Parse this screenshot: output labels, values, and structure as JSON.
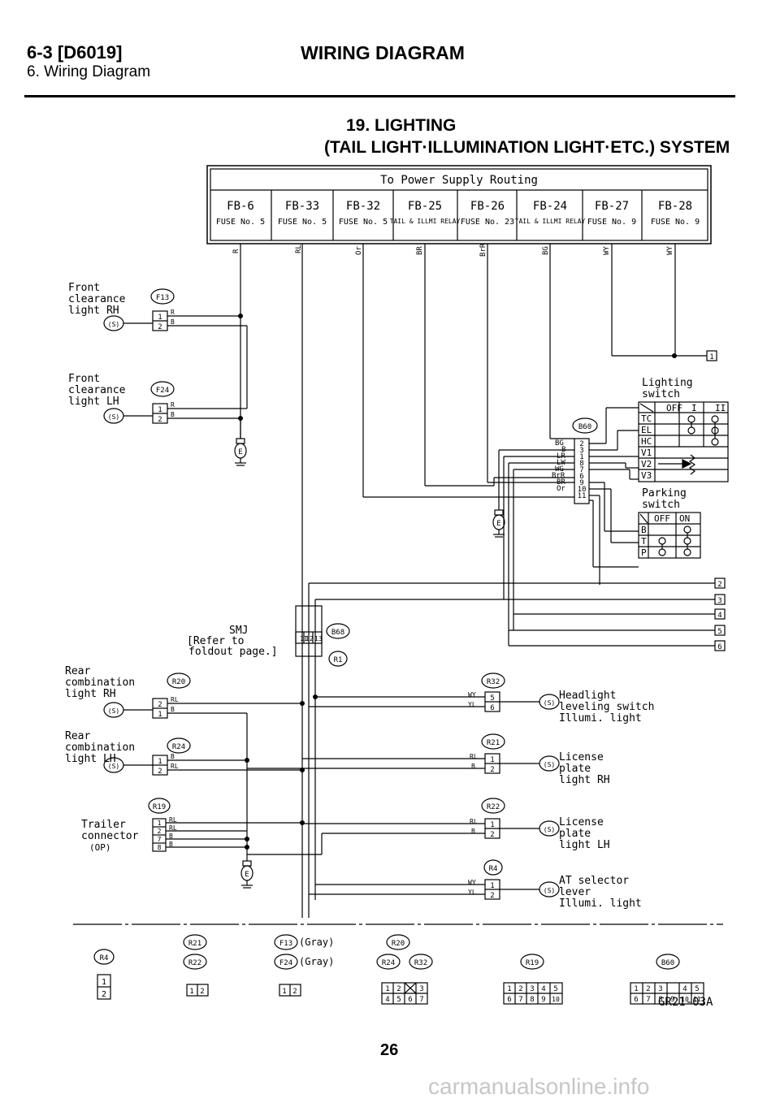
{
  "header": {
    "section_code": "6-3 [D6019]",
    "section_sub": "6. Wiring Diagram",
    "title": "WIRING DIAGRAM"
  },
  "diagram": {
    "title_line1": "19. LIGHTING",
    "title_line2": "(TAIL LIGHT·ILLUMINATION LIGHT·ETC.) SYSTEM",
    "power_box_title": "To Power Supply Routing",
    "fuses": [
      {
        "id": "FB-6",
        "label": "FUSE No. 5"
      },
      {
        "id": "FB-33",
        "label": "FUSE No. 5"
      },
      {
        "id": "FB-32",
        "label": "FUSE No. 5"
      },
      {
        "id": "FB-25",
        "label": "TAIL & ILLMI RELAY"
      },
      {
        "id": "FB-26",
        "label": "FUSE No. 23"
      },
      {
        "id": "FB-24",
        "label": "TAIL & ILLMI RELAY"
      },
      {
        "id": "FB-27",
        "label": "FUSE No. 9"
      },
      {
        "id": "FB-28",
        "label": "FUSE No. 9"
      }
    ],
    "wire_colors_top": [
      "R",
      "RL",
      "Or",
      "BR",
      "BrR",
      "BG",
      "WY",
      "WY"
    ],
    "components": {
      "front_rh": "Front clearance light RH",
      "front_lh": "Front clearance light LH",
      "rear_rh": "Rear combination light RH",
      "rear_lh": "Rear combination light LH",
      "trailer": "Trailer connector (OP)",
      "smj": "SMJ [Refer to foldout page.]",
      "lighting_switch": "Lighting switch",
      "parking_switch": "Parking switch",
      "headlight_level": "Headlight leveling switch Illumi. light",
      "license_rh": "License plate light RH",
      "license_lh": "License plate light LH",
      "at_selector": "AT selector lever Illumi. light"
    },
    "connectors": [
      "F13",
      "F24",
      "R20",
      "R24",
      "R19",
      "B60",
      "B68",
      "R1",
      "R32",
      "R21",
      "R22",
      "R4"
    ],
    "lighting_switch_table": {
      "cols": [
        "OFF",
        "I",
        "II"
      ],
      "rows": [
        "TC",
        "EL",
        "HC",
        "V1",
        "V2",
        "V3"
      ]
    },
    "parking_switch_table": {
      "cols": [
        "OFF",
        "ON"
      ],
      "rows": [
        "B",
        "T",
        "P"
      ]
    },
    "b60_pins": [
      {
        "wire": "BG",
        "pin": "2"
      },
      {
        "wire": "B",
        "pin": "3"
      },
      {
        "wire": "LR",
        "pin": "1"
      },
      {
        "wire": "LW",
        "pin": "8"
      },
      {
        "wire": "WG",
        "pin": "7"
      },
      {
        "wire": "BrR",
        "pin": "6"
      },
      {
        "wire": "BR",
        "pin": "9"
      },
      {
        "wire": "Or",
        "pin": "10"
      },
      {
        "wire": "",
        "pin": "11"
      }
    ],
    "off_page_refs": [
      "1",
      "2",
      "3",
      "4",
      "5",
      "6"
    ],
    "legend": [
      {
        "line1": "R4",
        "line2": ""
      },
      {
        "line1": "R21",
        "line2": "R22"
      },
      {
        "line1": "F13 (Gray)",
        "line2": "F24 (Gray)"
      },
      {
        "line1": "R20",
        "line2": "R24  R32"
      },
      {
        "line1": "R19",
        "line2": ""
      },
      {
        "line1": "B60",
        "line2": ""
      }
    ]
  },
  "footer": {
    "code": "GR21-03A",
    "page_number": "26",
    "watermark": "carmanualsonline.info"
  }
}
